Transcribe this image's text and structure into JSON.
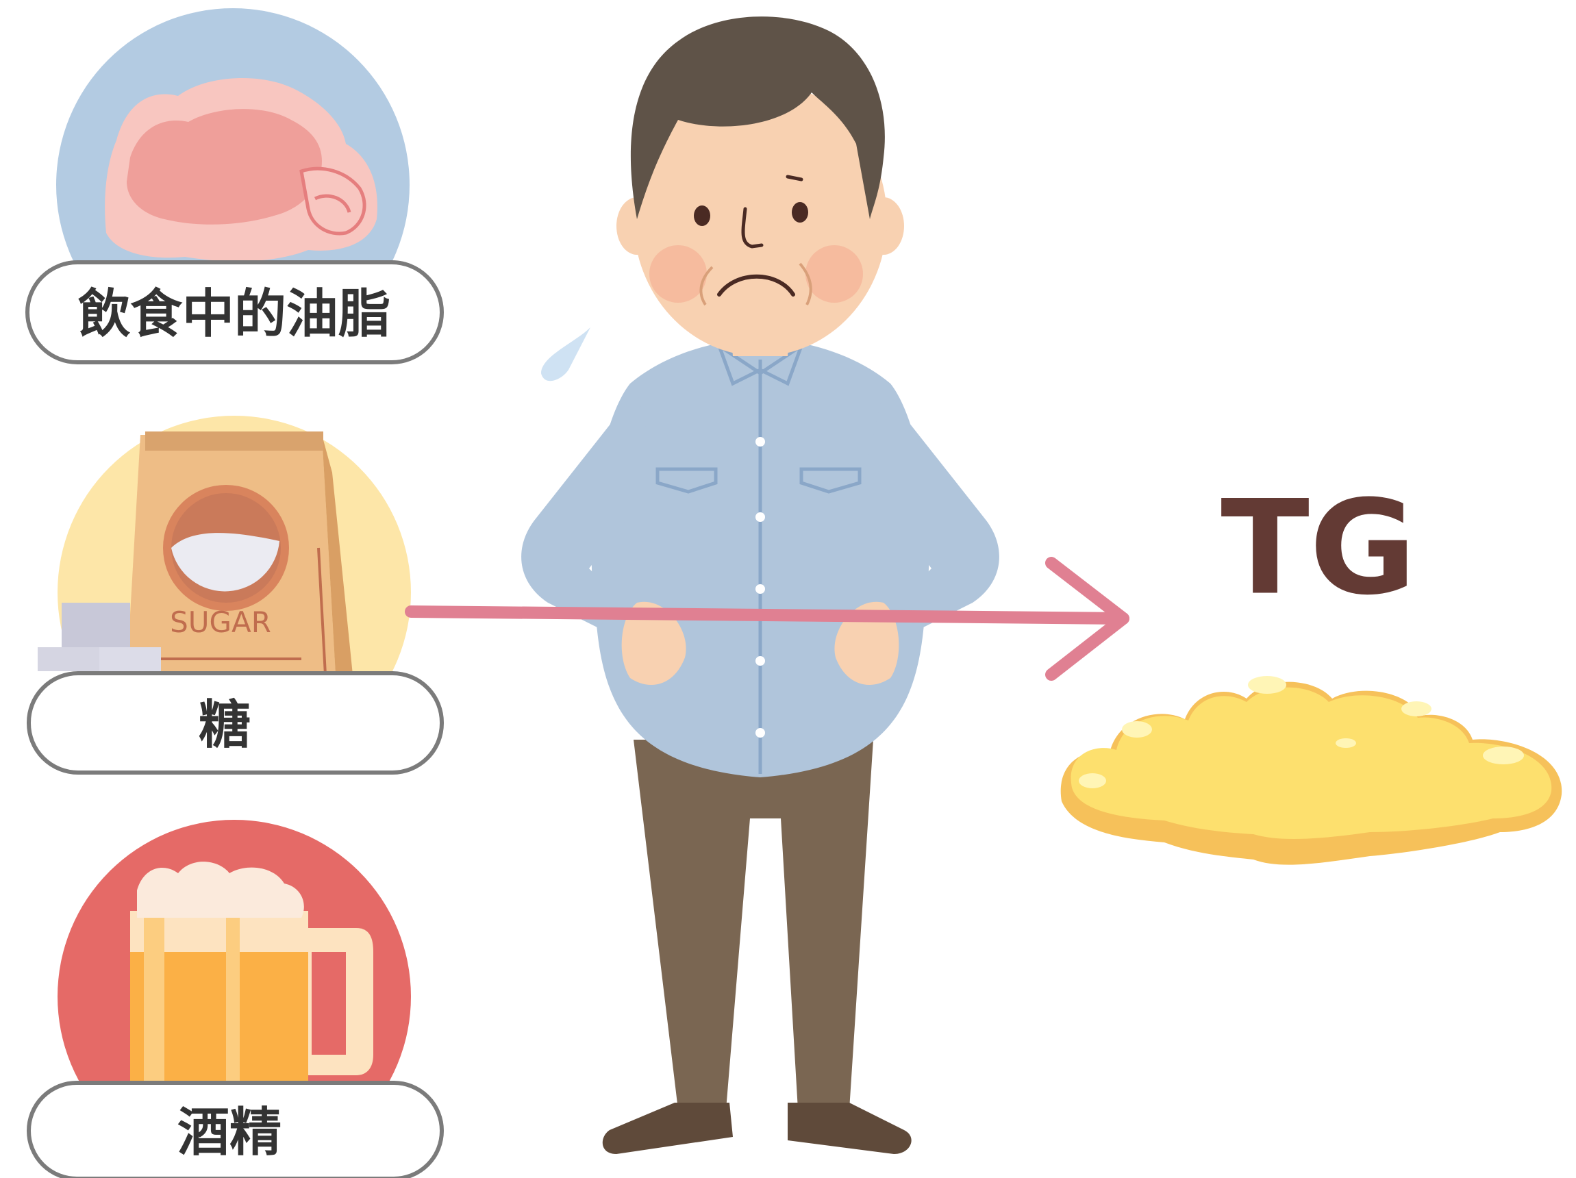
{
  "sources": [
    {
      "label": "飲食中的油脂",
      "icon": "meat-icon",
      "bg_color": "#b3cbe2"
    },
    {
      "label": "糖",
      "icon": "sugar-bag-icon",
      "bg_color": "#fde6a8"
    },
    {
      "label": "酒精",
      "icon": "beer-mug-icon",
      "bg_color": "#e56a67"
    }
  ],
  "sugar_bag_text": "SUGAR",
  "result": {
    "label": "TG",
    "icon": "fat-blob-icon",
    "color": "#633a34"
  },
  "arrow": {
    "icon": "arrow-right-icon",
    "color": "#e08092"
  },
  "person": {
    "icon": "worried-man-icon"
  }
}
